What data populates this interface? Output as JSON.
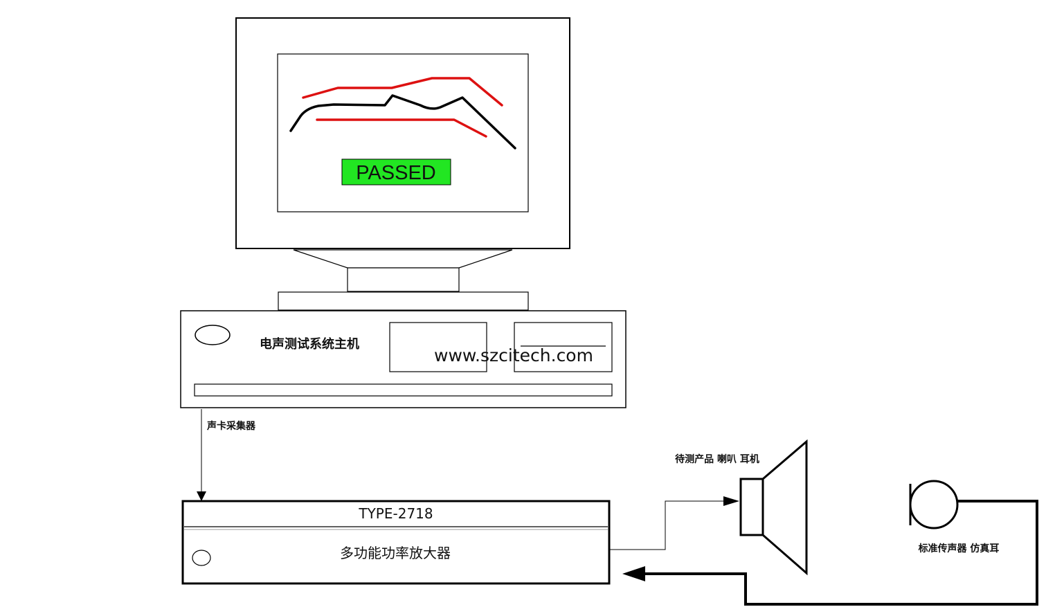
{
  "monitor": {
    "status_text": "PASSED",
    "status_color": "#22e622",
    "curve_limit_color": "#dd1111",
    "curve_measured_color": "#000000"
  },
  "host": {
    "title": "电声测试系统主机",
    "website": "www.szcitech.com"
  },
  "sound_card": {
    "label": "声卡采集器"
  },
  "amplifier": {
    "model": "TYPE-2718",
    "name": "多功能功率放大器"
  },
  "speaker": {
    "label": "待测产品 喇叭 耳机"
  },
  "microphone": {
    "label": "标准传声器 仿真耳"
  }
}
